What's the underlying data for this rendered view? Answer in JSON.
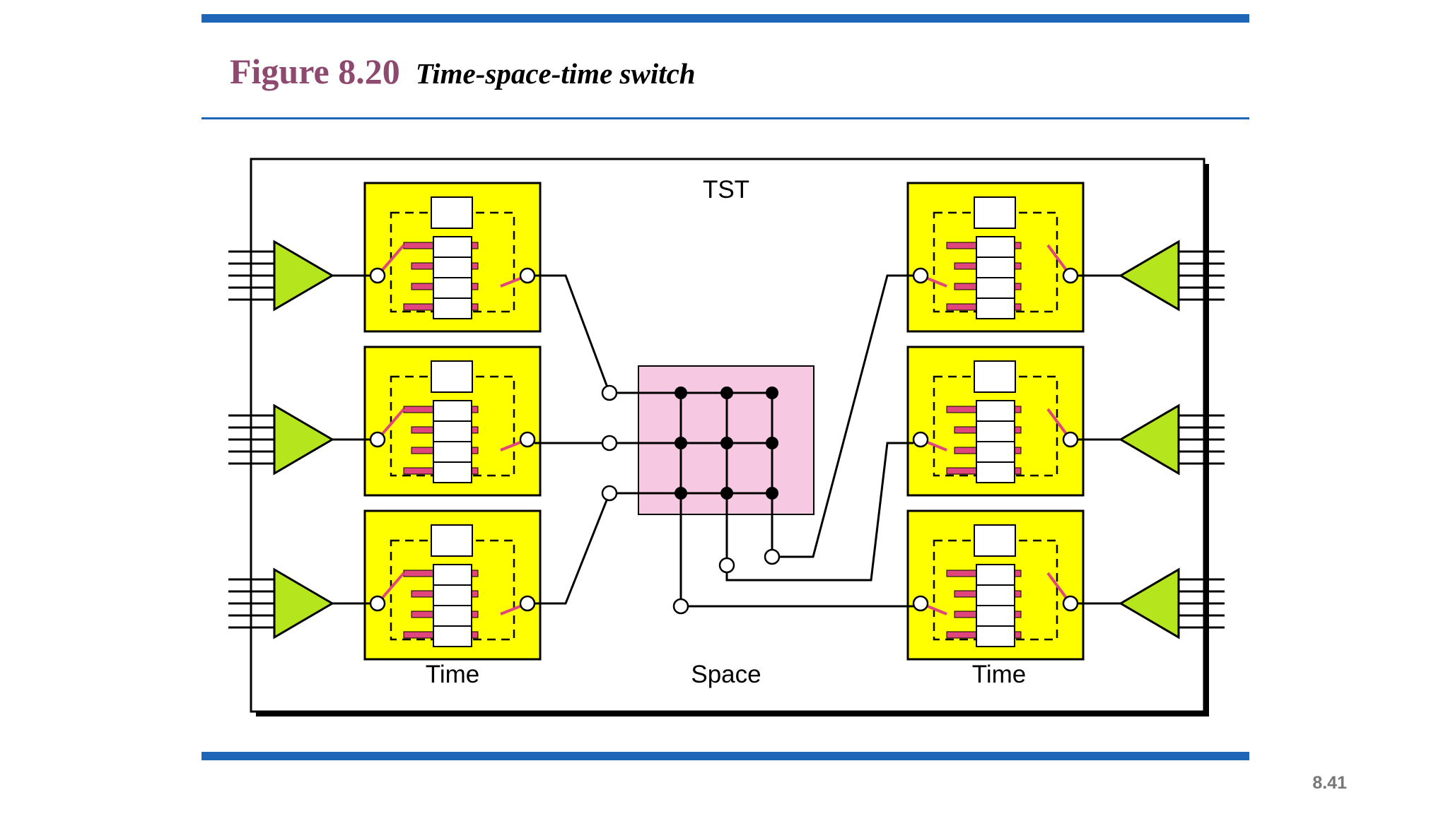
{
  "figure": {
    "number": "Figure 8.20",
    "caption": "Time-space-time switch"
  },
  "diagram": {
    "box_label": "TST",
    "stage_labels": [
      "Time",
      "Space",
      "Time"
    ],
    "colors": {
      "module_fill": "#ffff00",
      "amplifier_fill": "#b5e61d",
      "slot_bar": "#e0457b",
      "crossbar_fill": "#f7c8e2",
      "rule_blue": "#1f66b8",
      "title_color": "#8e4a6e"
    }
  },
  "slide_number": "8.41"
}
